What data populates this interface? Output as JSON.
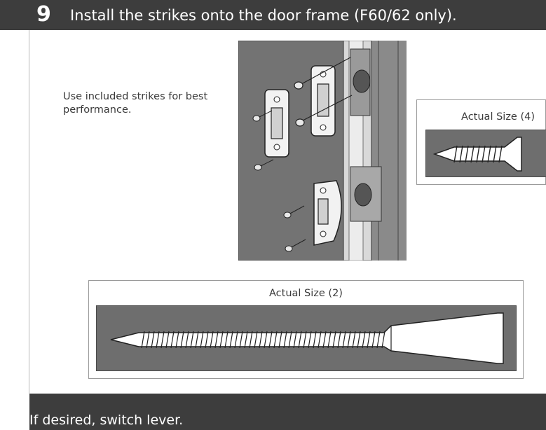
{
  "header": {
    "step_number": "9",
    "title": "Install the strikes onto the door frame (F60/62 only)."
  },
  "instruction": "Use included strikes for best performance.",
  "callouts": {
    "small_label": "Actual Size (4)",
    "large_label": "Actual Size (2)"
  },
  "footer": {
    "text": "If desired, switch lever."
  },
  "colors": {
    "header_bg": "#3d3d3d",
    "panel_gray": "#6e6e6e",
    "wall_gray": "#727272"
  }
}
